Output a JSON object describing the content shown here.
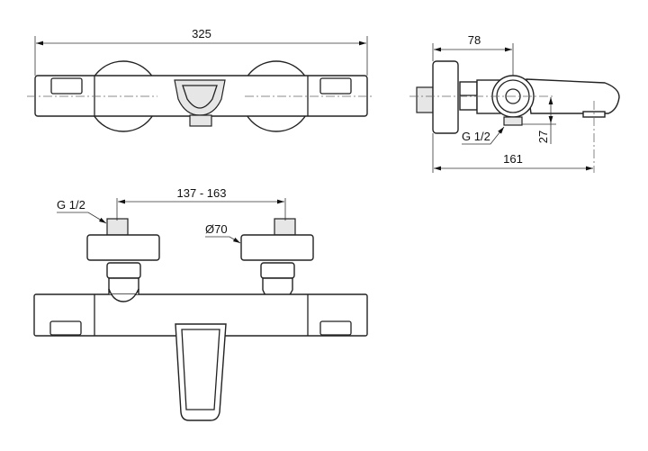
{
  "top_view": {
    "width_dim": "325"
  },
  "side_view": {
    "depth_dim": "78",
    "total_dim": "161",
    "outlet_height_dim": "27",
    "outlet_thread": "G 1/2"
  },
  "front_view": {
    "spacing_dim": "137 - 163",
    "inlet_thread": "G 1/2",
    "disc_diameter": "Ø70"
  }
}
